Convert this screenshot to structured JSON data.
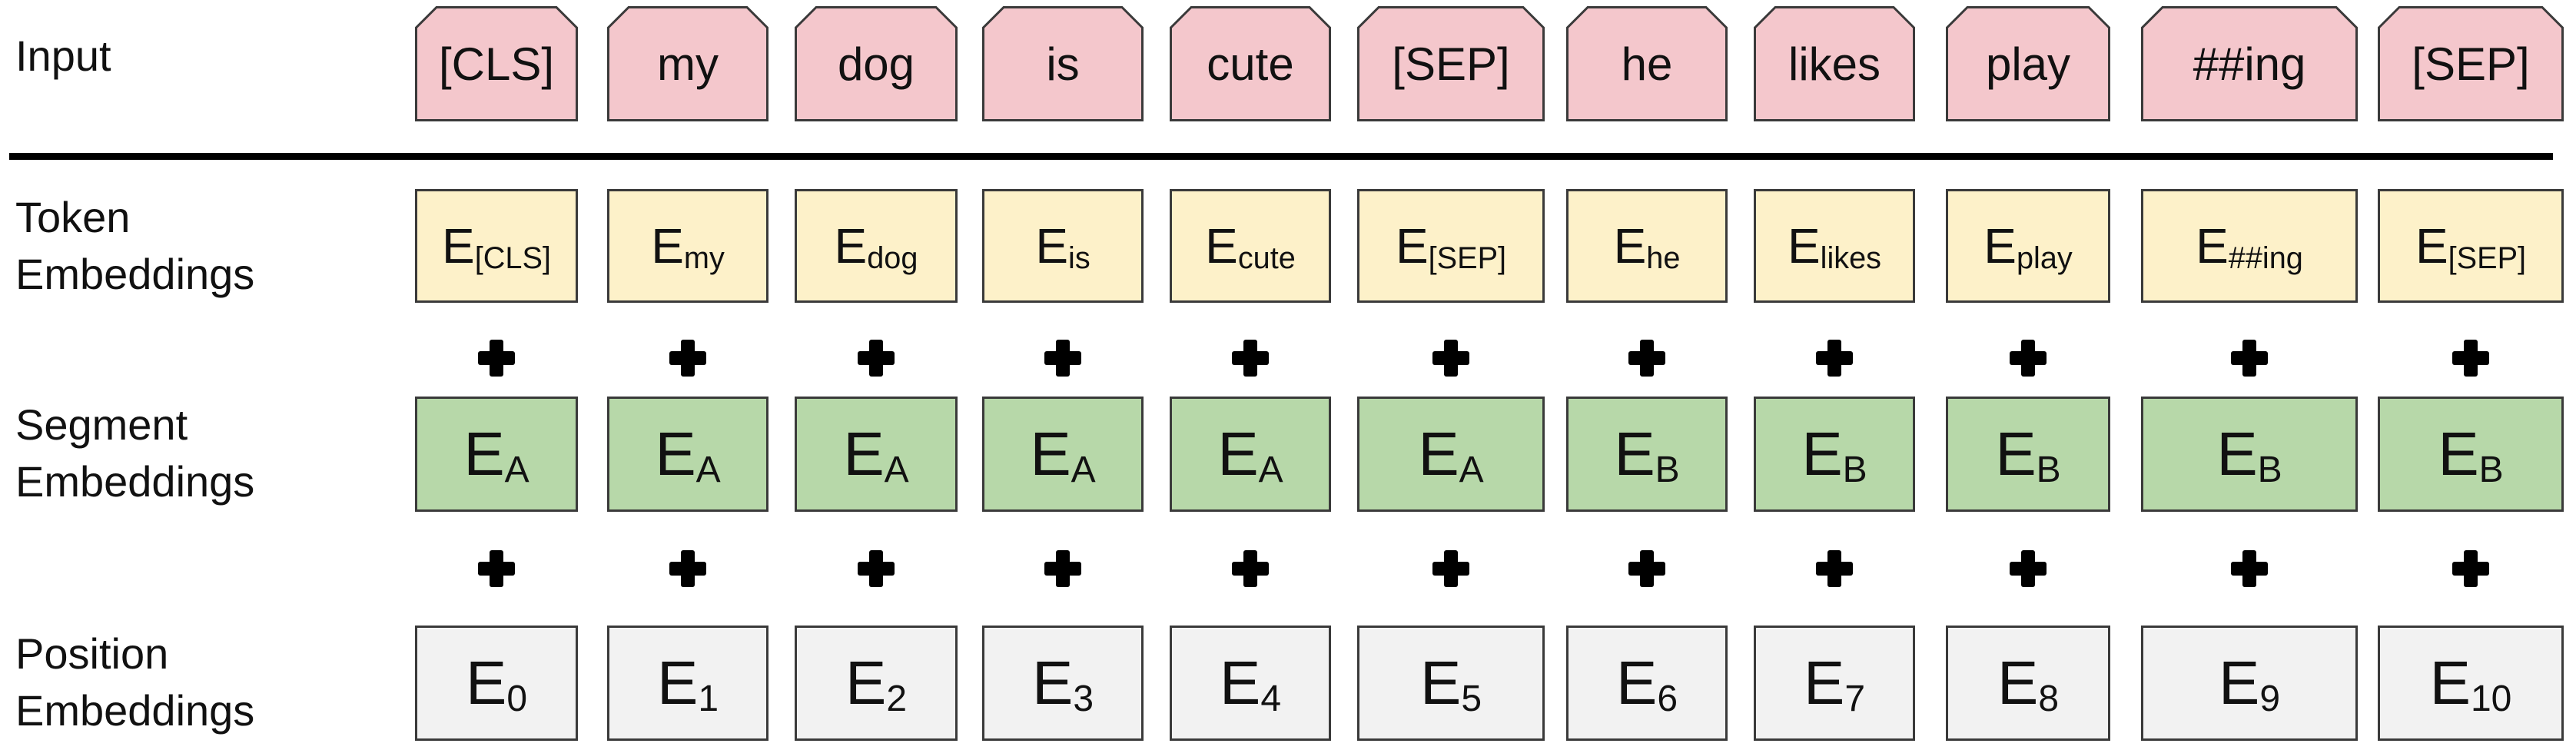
{
  "labels": {
    "input": "Input",
    "token": [
      "Token",
      "Embeddings"
    ],
    "segment": [
      "Segment",
      "Embeddings"
    ],
    "position": [
      "Position",
      "Embeddings"
    ]
  },
  "tokens": [
    "[CLS]",
    "my",
    "dog",
    "is",
    "cute",
    "[SEP]",
    "he",
    "likes",
    "play",
    "##ing",
    "[SEP]"
  ],
  "token_embeddings": [
    {
      "base": "E",
      "sub": "[CLS]"
    },
    {
      "base": "E",
      "sub": "my"
    },
    {
      "base": "E",
      "sub": "dog"
    },
    {
      "base": "E",
      "sub": "is"
    },
    {
      "base": "E",
      "sub": "cute"
    },
    {
      "base": "E",
      "sub": "[SEP]"
    },
    {
      "base": "E",
      "sub": "he"
    },
    {
      "base": "E",
      "sub": "likes"
    },
    {
      "base": "E",
      "sub": "play"
    },
    {
      "base": "E",
      "sub": "##ing"
    },
    {
      "base": "E",
      "sub": "[SEP]"
    }
  ],
  "segment_embeddings": [
    {
      "base": "E",
      "sub": "A"
    },
    {
      "base": "E",
      "sub": "A"
    },
    {
      "base": "E",
      "sub": "A"
    },
    {
      "base": "E",
      "sub": "A"
    },
    {
      "base": "E",
      "sub": "A"
    },
    {
      "base": "E",
      "sub": "A"
    },
    {
      "base": "E",
      "sub": "B"
    },
    {
      "base": "E",
      "sub": "B"
    },
    {
      "base": "E",
      "sub": "B"
    },
    {
      "base": "E",
      "sub": "B"
    },
    {
      "base": "E",
      "sub": "B"
    }
  ],
  "position_embeddings": [
    {
      "base": "E",
      "sub": "0"
    },
    {
      "base": "E",
      "sub": "1"
    },
    {
      "base": "E",
      "sub": "2"
    },
    {
      "base": "E",
      "sub": "3"
    },
    {
      "base": "E",
      "sub": "4"
    },
    {
      "base": "E",
      "sub": "5"
    },
    {
      "base": "E",
      "sub": "6"
    },
    {
      "base": "E",
      "sub": "7"
    },
    {
      "base": "E",
      "sub": "8"
    },
    {
      "base": "E",
      "sub": "9"
    },
    {
      "base": "E",
      "sub": "10"
    }
  ],
  "colors": {
    "input": "#f4c7cc",
    "token": "#fdf1c9",
    "segment": "#b7d8a9",
    "position": "#f2f2f2"
  }
}
